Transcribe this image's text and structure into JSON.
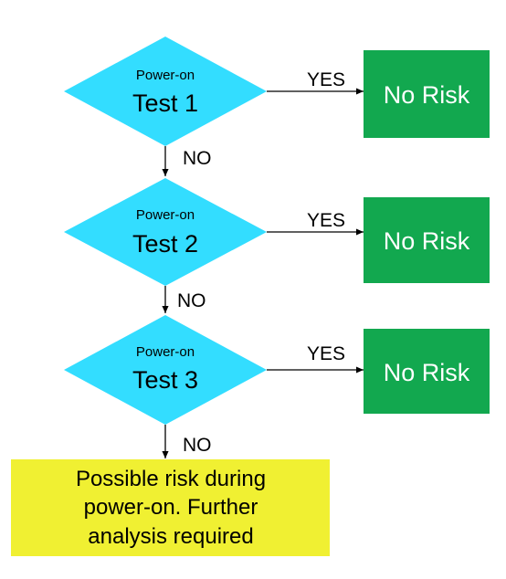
{
  "colors": {
    "decision_fill": "#33DDFF",
    "outcome_fill": "#12A84F",
    "final_fill": "#F0F032",
    "line": "#000000"
  },
  "decisions": [
    {
      "line1": "Power-on",
      "line2": "Test 1"
    },
    {
      "line1": "Power-on",
      "line2": "Test 2"
    },
    {
      "line1": "Power-on",
      "line2": "Test 3"
    }
  ],
  "yes_labels": [
    "YES",
    "YES",
    "YES"
  ],
  "no_labels": [
    "NO",
    "NO",
    "NO"
  ],
  "outcomes": [
    "No Risk",
    "No Risk",
    "No Risk"
  ],
  "final": {
    "line1": "Possible risk during",
    "line2": "power-on. Further",
    "line3": "analysis required"
  }
}
